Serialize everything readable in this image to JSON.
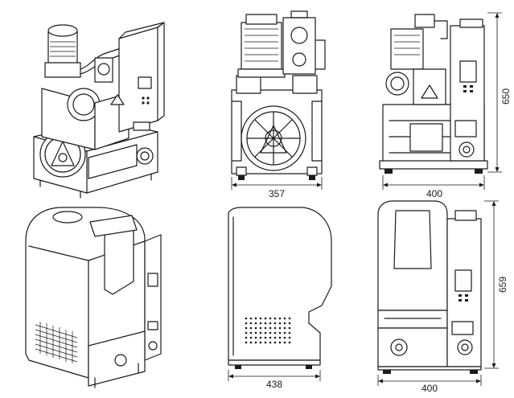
{
  "dimensions": {
    "top_front_width": "357",
    "top_side_width": "400",
    "top_side_height": "650",
    "bottom_side_width": "438",
    "bottom_front_width": "400",
    "bottom_front_height": "659"
  }
}
